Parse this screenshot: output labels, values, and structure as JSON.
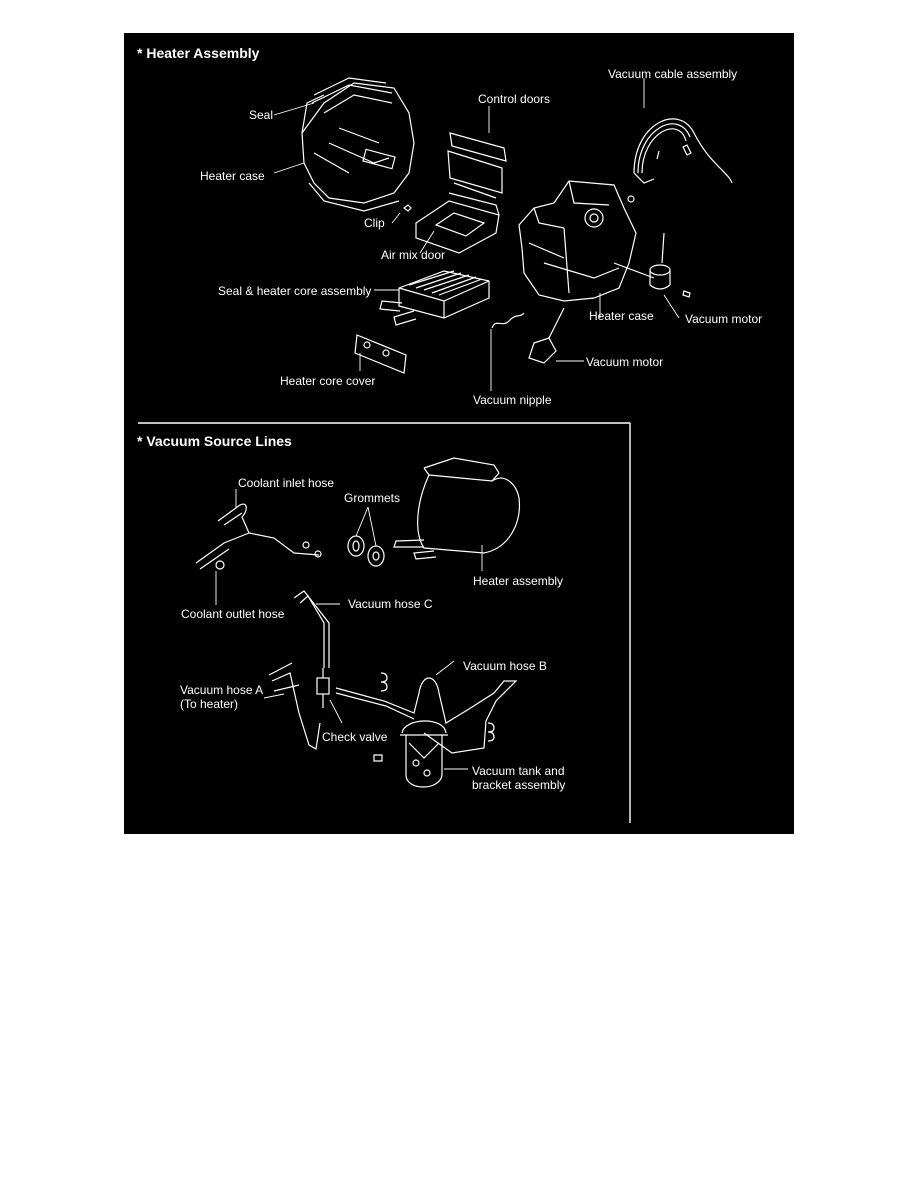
{
  "page": {
    "background": "#ffffff",
    "panel_color": "#000000",
    "ink_color": "#ffffff"
  },
  "heater_assembly": {
    "title": "* Heater Assembly",
    "labels": {
      "seal": "Seal",
      "heater_case_left": "Heater case",
      "control_doors": "Control doors",
      "vacuum_cable_assembly": "Vacuum cable assembly",
      "clip": "Clip",
      "air_mix_door": "Air mix door",
      "seal_heater_core_assembly": "Seal & heater core assembly",
      "heater_core_cover": "Heater core cover",
      "vacuum_nipple": "Vacuum nipple",
      "heater_case_right": "Heater case",
      "vacuum_motor_right": "Vacuum motor",
      "vacuum_motor_lower": "Vacuum motor"
    }
  },
  "vacuum_source_lines": {
    "title": "* Vacuum Source Lines",
    "labels": {
      "coolant_inlet_hose": "Coolant inlet hose",
      "grommets": "Grommets",
      "heater_assembly": "Heater assembly",
      "coolant_outlet_hose": "Coolant outlet hose",
      "vacuum_hose_c": "Vacuum hose C",
      "vacuum_hose_b": "Vacuum hose B",
      "vacuum_hose_a": "Vacuum hose A\n(To heater)",
      "check_valve": "Check valve",
      "vacuum_tank": "Vacuum tank and\nbracket assembly"
    }
  }
}
